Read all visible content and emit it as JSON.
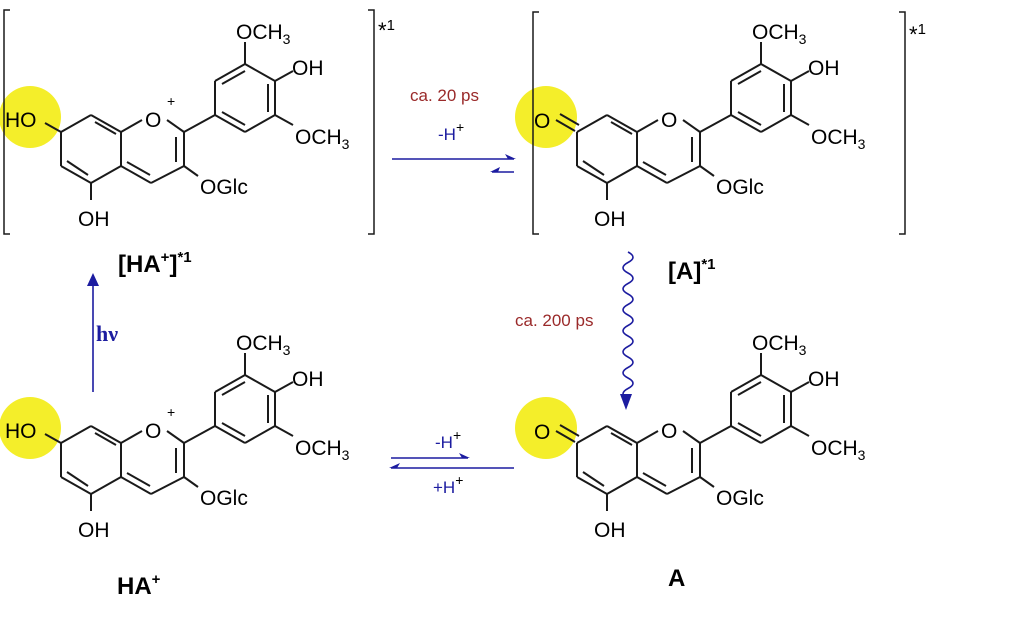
{
  "colors": {
    "bond": "#1a1a1a",
    "arrow": "#1c1ca0",
    "highlight": "#f4ee2a",
    "time_note": "#9a2a2a",
    "hv_label": "#1c1ca0"
  },
  "atoms": {
    "ho": "HO",
    "oh": "OH",
    "o_ring": "O",
    "o_plus": "+",
    "o_keto": "O",
    "och3": "OCH",
    "och3_sub": "3",
    "oglc": "OGlc"
  },
  "species": {
    "ha_excited": {
      "open": "[",
      "base": "HA",
      "charge": "+",
      "close": "]",
      "star": "*1"
    },
    "a_excited": {
      "open": "[",
      "base": "A",
      "close": "]",
      "star": "*1"
    },
    "ha": {
      "base": "HA",
      "charge": "+"
    },
    "a": {
      "base": "A"
    }
  },
  "bracket_superscripts": {
    "top_left": "*1",
    "top_right": "*1"
  },
  "steps": {
    "top": {
      "time": "ca. 20 ps",
      "label": "-H",
      "charge": "+"
    },
    "decay": {
      "time": "ca. 200 ps"
    },
    "excitation": {
      "label": "hν"
    },
    "bottom": {
      "top_label": "-H",
      "top_charge": "+",
      "bottom_label": "+H",
      "bottom_charge": "+"
    }
  }
}
